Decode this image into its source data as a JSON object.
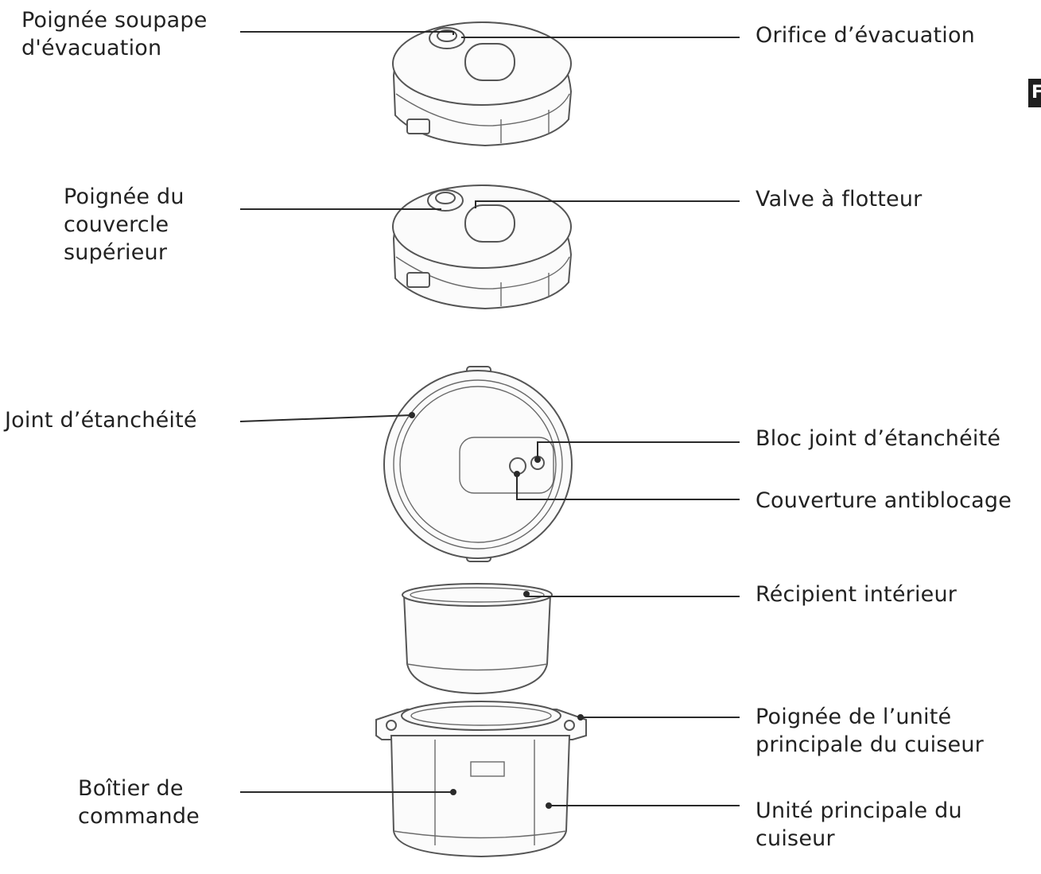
{
  "labels": {
    "poignee_soupape": "Poignée soupape\nd'évacuation",
    "orifice": "Orifice d’évacuation",
    "poignee_couvercle": "Poignée du\ncouvercle\nsupérieur",
    "valve": "Valve à flotteur",
    "joint": "Joint d’étanchéité",
    "bloc_joint": "Bloc joint d’étanchéité",
    "couverture": "Couverture antiblocage",
    "recipient": "Récipient intérieur",
    "poignee_unite": "Poignée de l’unité\nprincipale du cuiseur",
    "boitier": "Boîtier de\ncommande",
    "unite": "Unité principale du\ncuiseur"
  },
  "section_tab": "F",
  "icons": {
    "lid_top": "pressure-lid-icon",
    "lid_second": "pressure-lid-icon",
    "lid_underside": "lid-underside-icon",
    "inner_pot": "inner-pot-icon",
    "cooker_base": "cooker-base-icon"
  }
}
